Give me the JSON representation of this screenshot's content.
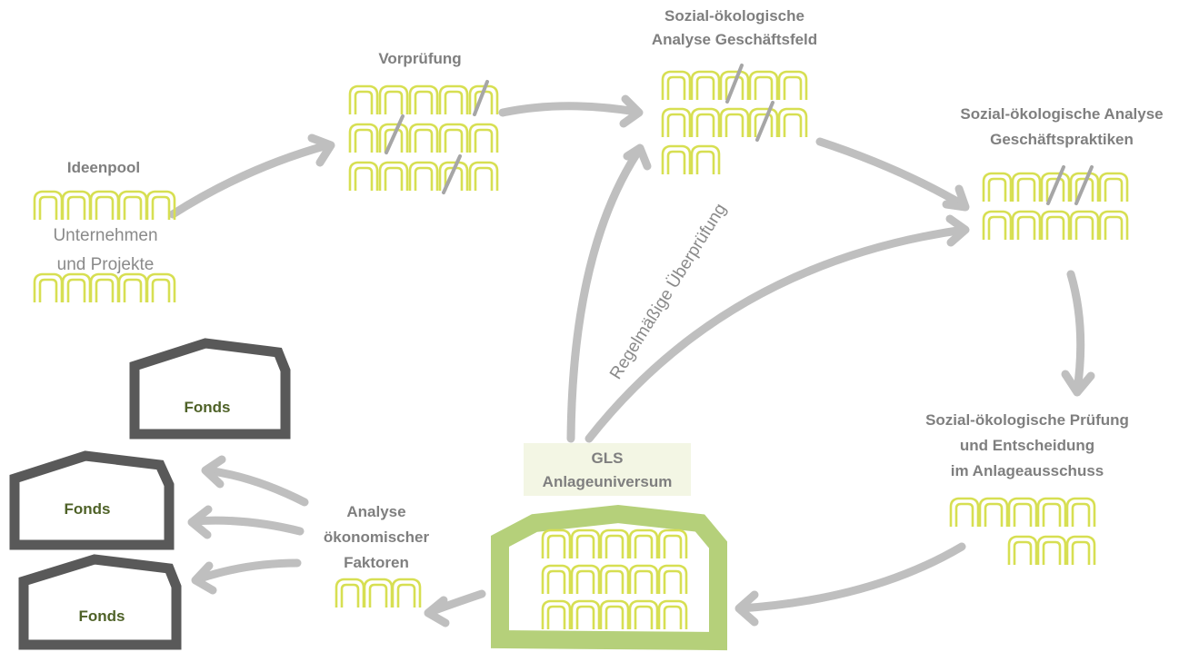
{
  "diagram": {
    "ideenpool": {
      "title": "Ideenpool",
      "line1": "Unternehmen",
      "line2": "und Projekte"
    },
    "vorpruefung": {
      "title": "Vorprüfung"
    },
    "analyse_geschaeftsfeld": {
      "line1": "Sozial-ökologische",
      "line2": "Analyse Geschäftsfeld"
    },
    "analyse_geschaeftspraktiken": {
      "line1": "Sozial-ökologische Analyse",
      "line2": "Geschäftspraktiken"
    },
    "pruefung_entscheidung": {
      "line1": "Sozial-ökologische Prüfung",
      "line2": "und Entscheidung",
      "line3": "im Anlageausschuss"
    },
    "gls": {
      "line1": "GLS",
      "line2": "Anlageuniversum"
    },
    "analyse_oekonomisch": {
      "line1": "Analyse",
      "line2": "ökonomischer",
      "line3": "Faktoren"
    },
    "regelmaessige": "Regelmäßige Überprüfung",
    "fonds": [
      "Fonds",
      "Fonds",
      "Fonds"
    ],
    "colors": {
      "hut": "#d7df52",
      "arrow": "#bfbfbf",
      "fonds_border": "#595959",
      "fonds_text": "#4f6228",
      "gls_border": "#b5d07a",
      "label": "#7f7f7f"
    }
  }
}
